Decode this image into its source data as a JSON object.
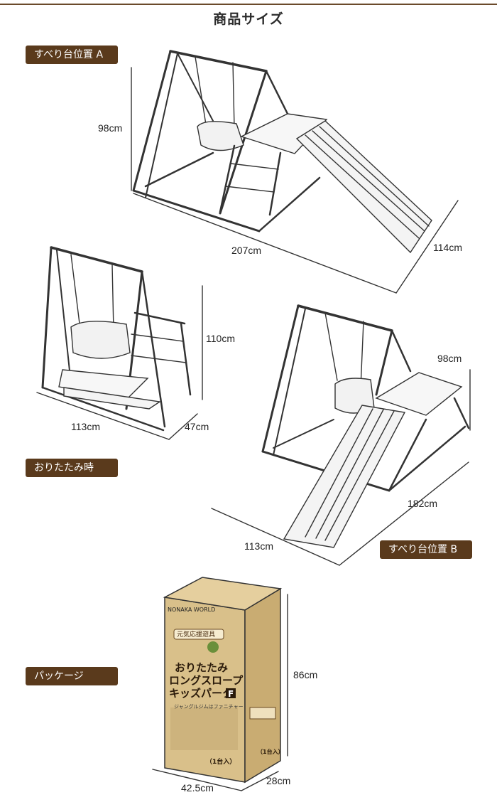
{
  "page": {
    "title": "商品サイズ"
  },
  "sections": {
    "position_a": {
      "label": "すべり台位置 A",
      "height": "98cm",
      "width": "207cm",
      "depth": "114cm"
    },
    "folded": {
      "label": "おりたたみ時",
      "height": "110cm",
      "width": "113cm",
      "depth": "47cm"
    },
    "position_b": {
      "label": "すべり台位置 B",
      "height": "98cm",
      "width": "113cm",
      "depth": "182cm"
    },
    "package": {
      "label": "パッケージ",
      "height": "86cm",
      "width": "42.5cm",
      "depth": "28cm",
      "box": {
        "brand": "NONAKA WORLD",
        "badge": "元気応援遊具",
        "product_line1": "おりたたみ",
        "product_line2": "ロングスロープ",
        "product_line3": "キッズパーク",
        "product_mark": "F",
        "subtitle": "ジャングルジムはファニチャー",
        "quantity": "（1台入）",
        "side_quantity": "（1台入）"
      }
    }
  },
  "colors": {
    "accent": "#5a3a1c",
    "box": "#d9c08a",
    "box_dark": "#b99a5c",
    "line": "#3a2a1a"
  }
}
